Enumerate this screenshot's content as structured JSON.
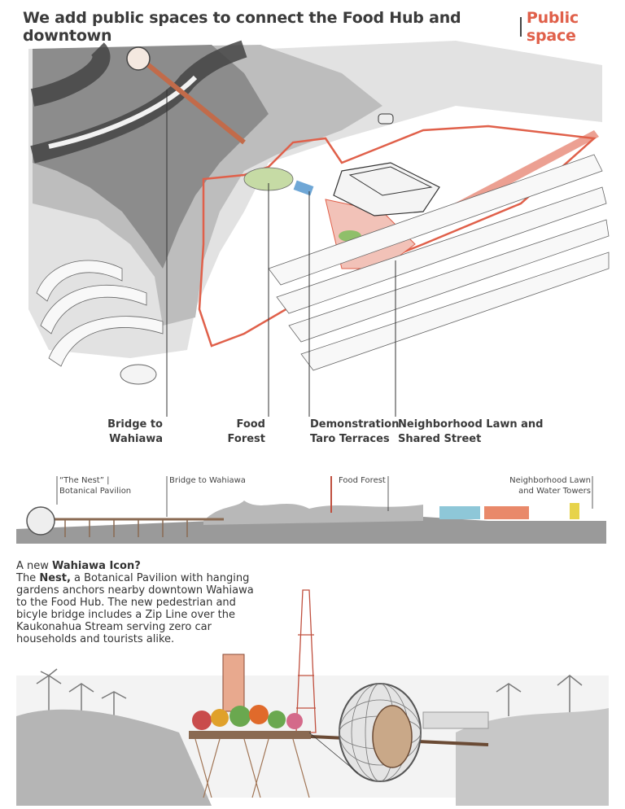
{
  "header": {
    "title": "We add public spaces to connect the Food Hub and downtown",
    "category": "Public space"
  },
  "plan_labels": {
    "bridge": [
      "Bridge to",
      "Wahiawa"
    ],
    "food_forest": [
      "Food",
      "Forest"
    ],
    "taro": [
      "Demonstration",
      "Taro Terraces"
    ],
    "lawn": [
      "Neighborhood Lawn and",
      "Shared Street"
    ]
  },
  "section_labels": {
    "nest": [
      "“The Nest” |",
      "Botanical Pavilion"
    ],
    "bridge": "Bridge to Wahiawa",
    "food_forest": "Food Forest",
    "lawn": [
      "Neighborhood Lawn",
      "and Water Towers"
    ]
  },
  "story": {
    "line1_prefix": "A new ",
    "line1_bold": "Wahiawa Icon?",
    "line2_prefix": "The ",
    "line2_bold": "Nest,",
    "line2_rest": " a Botanical Pavilion with hanging gardens anchors nearby downtown Wahiawa to the Food Hub. The new pedestrian and bicyle bridge includes a Zip Line over the Kaukonahua Stream serving zero car households and tourists alike."
  },
  "colors": {
    "accent": "#e0604a",
    "title": "#3b3b3b",
    "terrain_dark": "#6e6e6e",
    "terrain_light": "#c9c9c9"
  }
}
